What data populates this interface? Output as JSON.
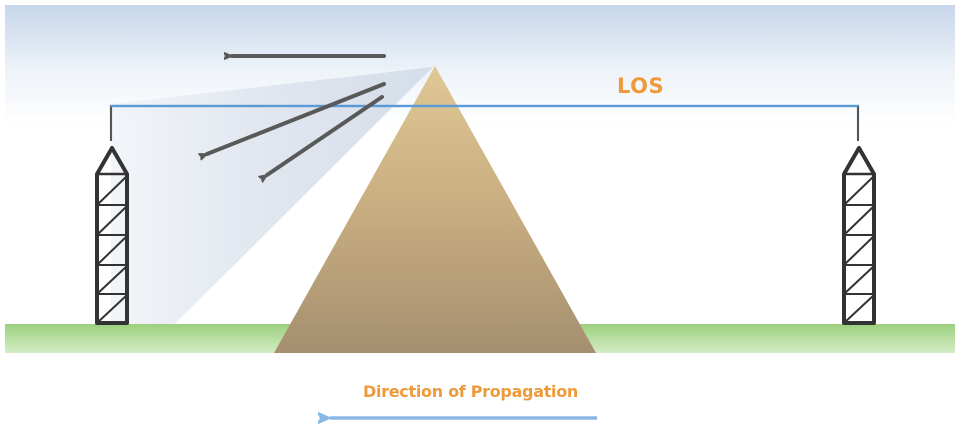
{
  "diagram": {
    "labels": {
      "los": "LOS",
      "direction": "Direction of Propagation"
    },
    "colors": {
      "label_orange": "#ee9a3a",
      "los_line": "#5b9bd5",
      "arrow_blue": "#8ab8e6",
      "arrow_gray": "#595959",
      "tower": "#333333",
      "ground_top": "#9ccf7d",
      "ground_bottom": "#d2ebc3",
      "mountain_top": "#dcc291",
      "mountain_bottom": "#a89271",
      "sky_top": "#c7d6ea",
      "shadow": "#d3dce8"
    },
    "elements": [
      "sky",
      "ground",
      "mountain",
      "left-tower",
      "right-tower",
      "los-line",
      "diffraction-shadow",
      "diffraction-arrows",
      "propagation-arrow"
    ]
  }
}
